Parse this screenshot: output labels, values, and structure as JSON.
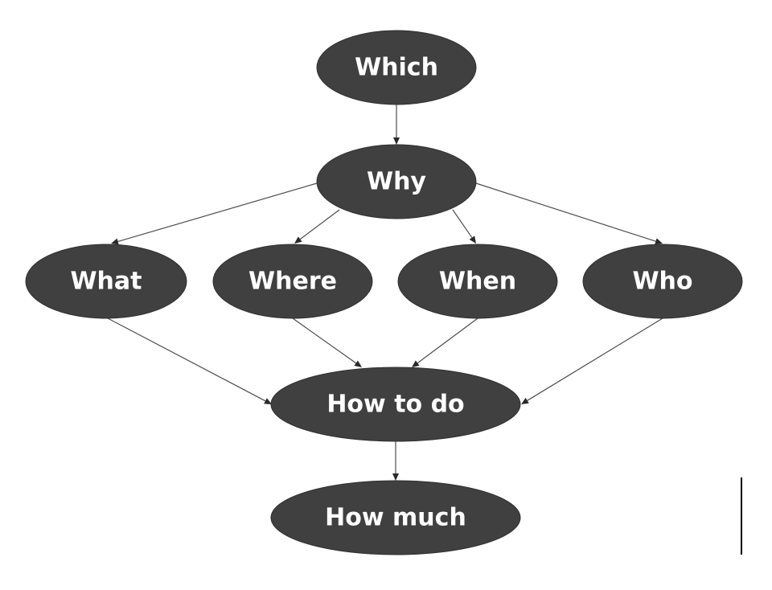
{
  "nodes": [
    {
      "id": "which",
      "label": "Which"
    },
    {
      "id": "why",
      "label": "Why"
    },
    {
      "id": "what",
      "label": "What"
    },
    {
      "id": "where",
      "label": "Where"
    },
    {
      "id": "when",
      "label": "When"
    },
    {
      "id": "who",
      "label": "Who"
    },
    {
      "id": "how_to_do",
      "label": "How to do"
    },
    {
      "id": "how_much",
      "label": "How much"
    }
  ],
  "edges": [
    {
      "from": "which",
      "to": "why"
    },
    {
      "from": "why",
      "to": "what"
    },
    {
      "from": "why",
      "to": "where"
    },
    {
      "from": "why",
      "to": "when"
    },
    {
      "from": "why",
      "to": "who"
    },
    {
      "from": "what",
      "to": "how_to_do"
    },
    {
      "from": "where",
      "to": "how_to_do"
    },
    {
      "from": "when",
      "to": "how_to_do"
    },
    {
      "from": "who",
      "to": "how_to_do"
    },
    {
      "from": "how_to_do",
      "to": "how_much"
    }
  ],
  "colors": {
    "node_fill": "#404040",
    "node_text": "#ffffff",
    "edge": "#4d4d4d",
    "background": "#ffffff"
  }
}
